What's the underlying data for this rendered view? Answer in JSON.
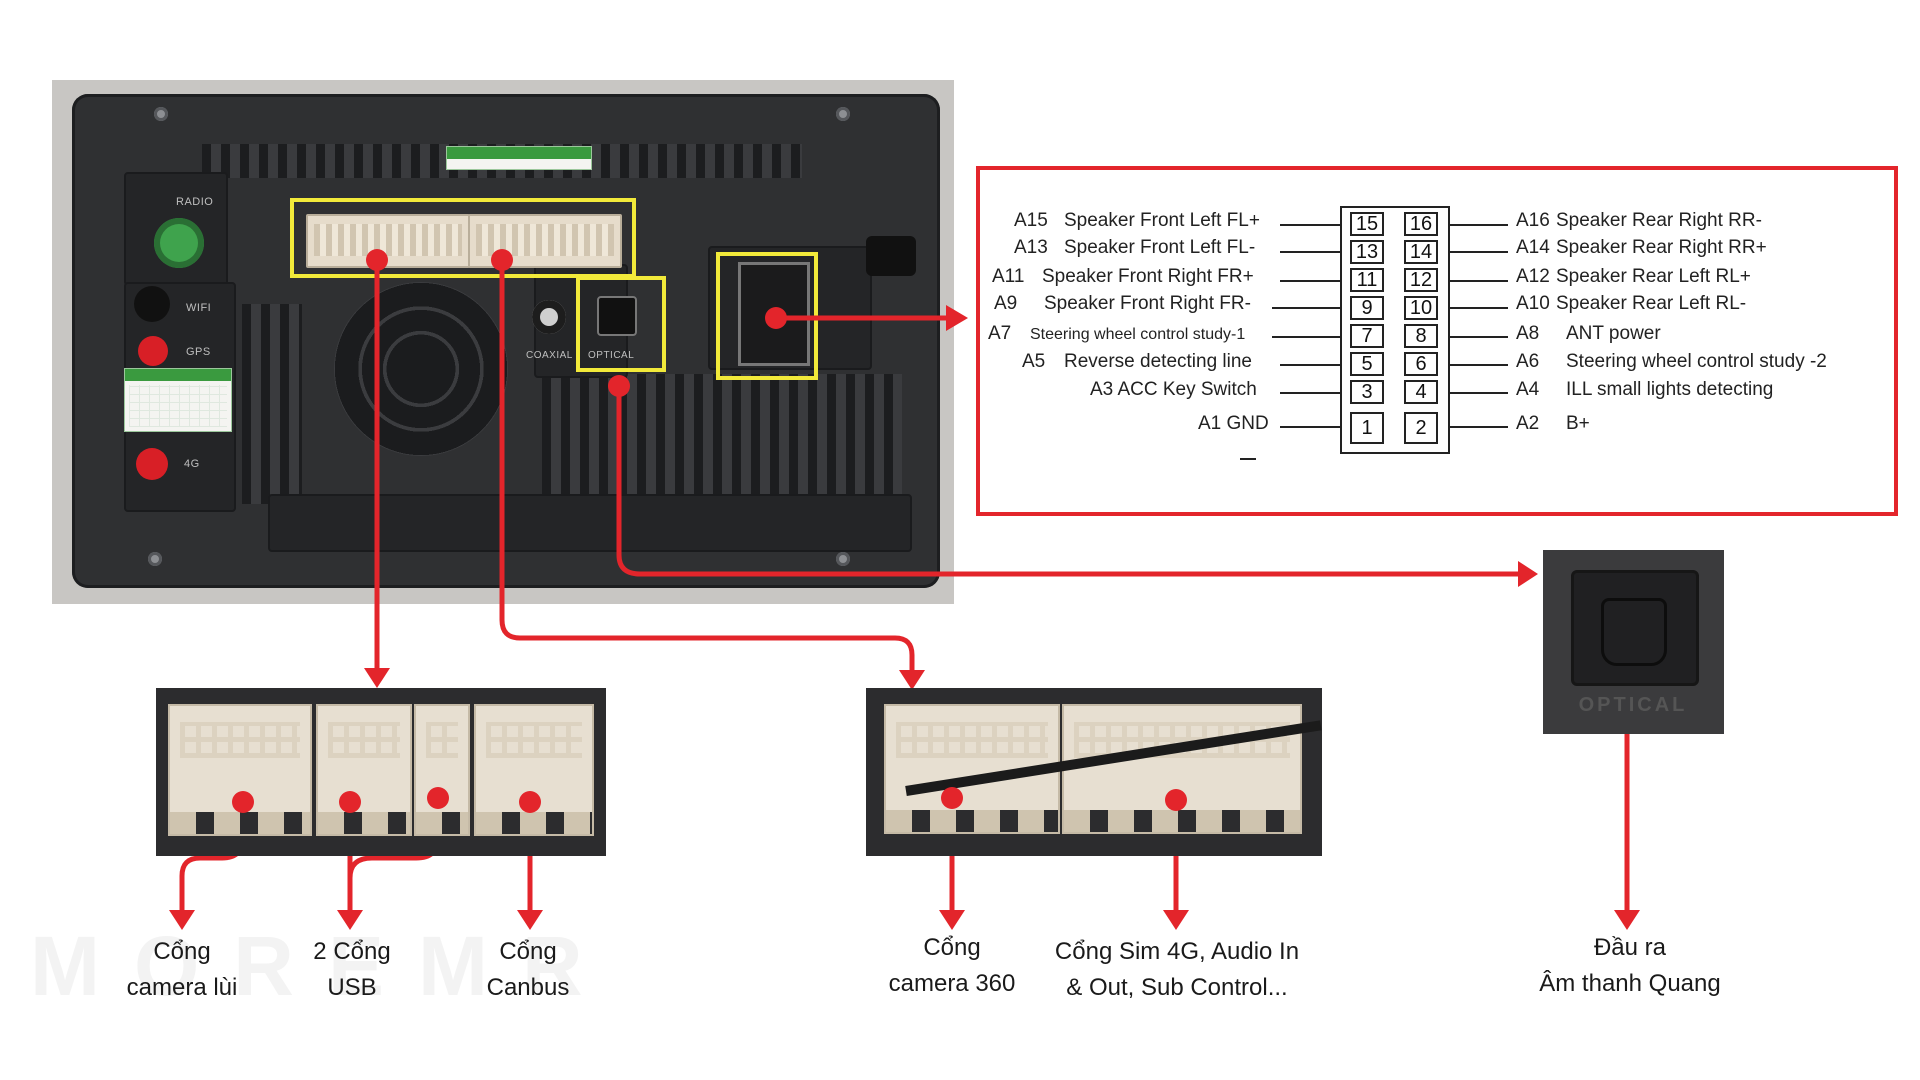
{
  "colors": {
    "accent": "#e3252b",
    "highlight": "#f2ea3a",
    "unit_body": "#2f3032"
  },
  "unit": {
    "radio_label": "RADIO",
    "gps_label": "GPS",
    "g4_label": "4G",
    "wifi_label": "WIFI",
    "coaxial_label": "COAXIAL",
    "optical_label": "OPTICAL"
  },
  "pinout": {
    "left": [
      {
        "pin": "A15",
        "label": "Speaker Front Left FL+"
      },
      {
        "pin": "A13",
        "label": "Speaker Front Left FL-"
      },
      {
        "pin": "A11",
        "label": "Speaker Front Right FR+"
      },
      {
        "pin": "A9",
        "label": "Speaker Front Right FR-"
      },
      {
        "pin": "A7",
        "label": "Steering wheel control study-1"
      },
      {
        "pin": "A5",
        "label": "Reverse detecting line"
      },
      {
        "pin": "",
        "label": "A3 ACC Key Switch"
      },
      {
        "pin": "",
        "label": "A1 GND"
      }
    ],
    "right": [
      {
        "pin": "A16",
        "label": "Speaker Rear Right RR-"
      },
      {
        "pin": "A14",
        "label": "Speaker Rear Right RR+"
      },
      {
        "pin": "A12",
        "label": "Speaker Rear Left RL+"
      },
      {
        "pin": "A10",
        "label": "Speaker Rear Left RL-"
      },
      {
        "pin": "A8",
        "label": "ANT power"
      },
      {
        "pin": "A6",
        "label": "Steering wheel control study -2"
      },
      {
        "pin": "A4",
        "label": "ILL small lights detecting"
      },
      {
        "pin": "A2",
        "label": "B+"
      }
    ],
    "grid": [
      [
        "15",
        "16"
      ],
      [
        "13",
        "14"
      ],
      [
        "11",
        "12"
      ],
      [
        "9",
        "10"
      ],
      [
        "7",
        "8"
      ],
      [
        "5",
        "6"
      ],
      [
        "3",
        "4"
      ],
      [
        "1",
        "2"
      ]
    ]
  },
  "captions": {
    "camera_rear": [
      "Cổng",
      "camera lùi"
    ],
    "usb": [
      "2 Cổng",
      "USB"
    ],
    "canbus": [
      "Cổng",
      "Canbus"
    ],
    "camera_360": [
      "Cổng",
      "camera 360"
    ],
    "sim_4g": [
      "Cổng Sim 4G, Audio In",
      "& Out, Sub Control..."
    ],
    "optical_out": [
      "Đầu ra",
      "Âm thanh Quang"
    ]
  },
  "watermark": "MOREMR"
}
